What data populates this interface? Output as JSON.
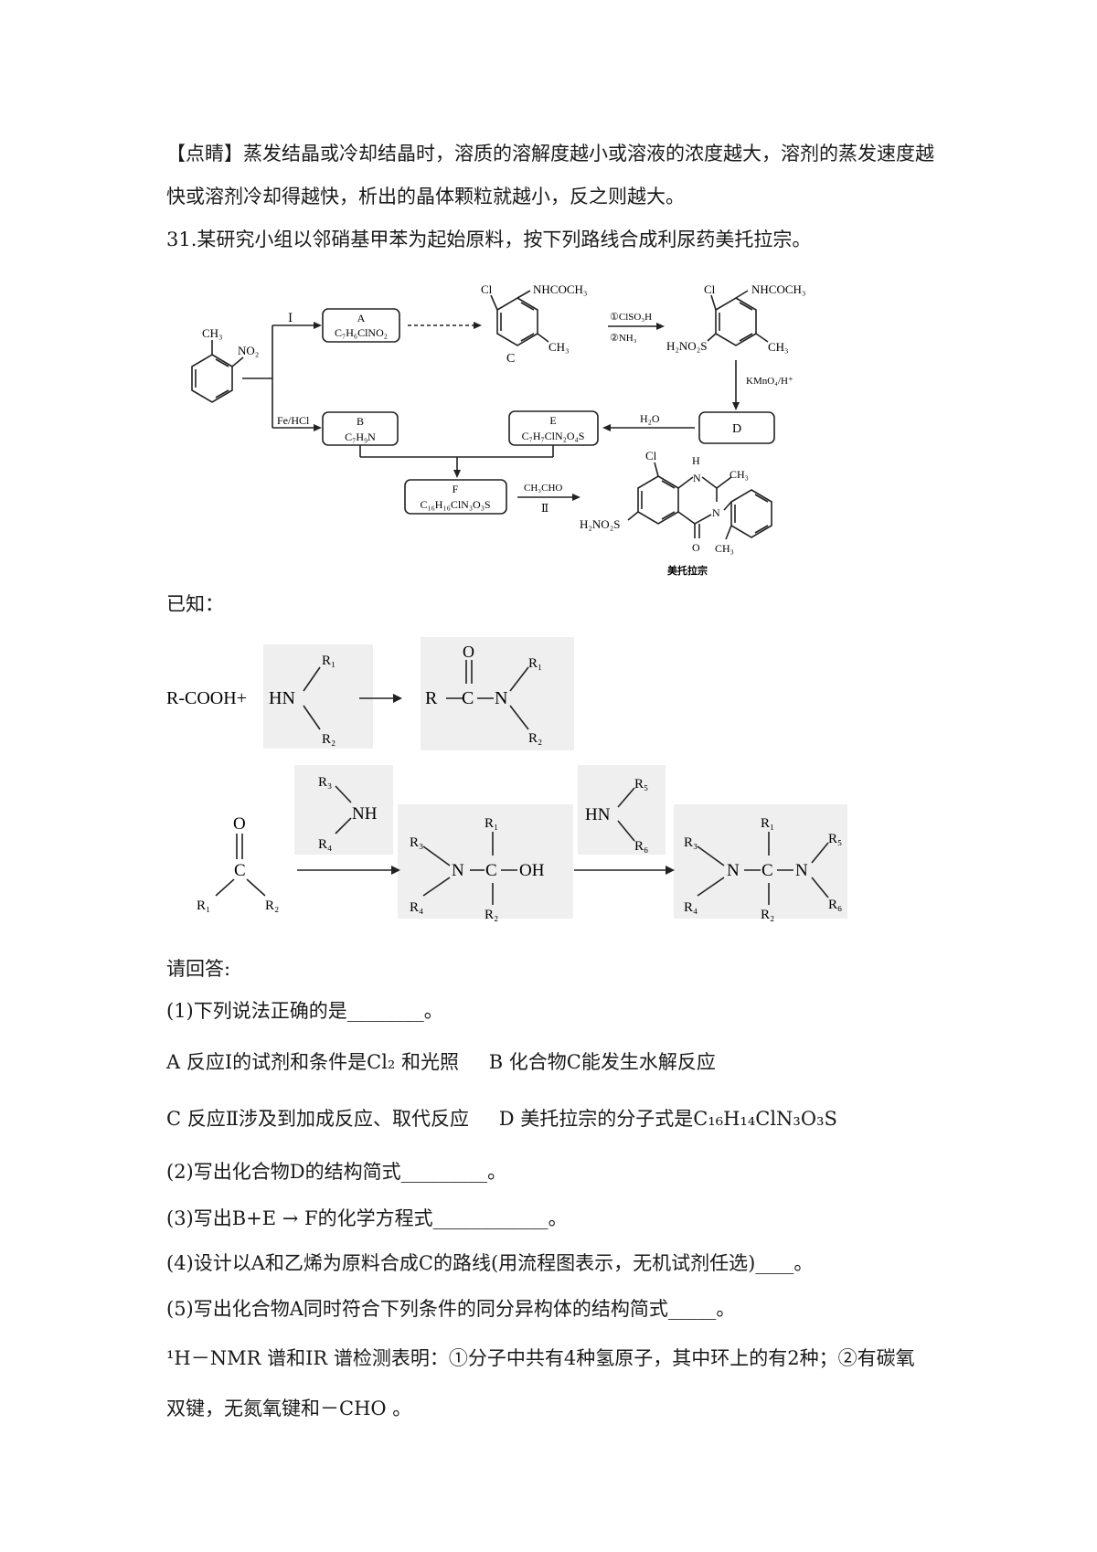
{
  "note": {
    "line1": "【点睛】蒸发结晶或冷却结晶时，溶质的溶解度越小或溶液的浓度越大，溶剂的蒸发速度越",
    "line2": "快或溶剂冷却得越快，析出的晶体颗粒就越小，反之则越大。"
  },
  "question": {
    "stem": "31.某研究小组以邻硝基甲苯为起始原料，按下列路线合成利尿药美托拉宗。",
    "known_label": "已知：",
    "answer_prompt": "请回答:",
    "q1": "(1)下列说法正确的是________。",
    "optA": "A  反应Ⅰ的试剂和条件是Cl₂ 和光照",
    "optB": "B  化合物C能发生水解反应",
    "optC": "C  反应Ⅱ涉及到加成反应、取代反应",
    "optD": "D  美托拉宗的分子式是C₁₆H₁₄ClN₃O₃S",
    "q2": "(2)写出化合物D的结构简式_________。",
    "q3": "(3)写出B+E → F的化学方程式____________。",
    "q4": "(4)设计以A和乙烯为原料合成C的路线(用流程图表示，无机试剂任选)____。",
    "q5": "(5)写出化合物A同时符合下列条件的同分异构体的结构简式_____。",
    "cond1": "¹H－NMR 谱和IR 谱检测表明：①分子中共有4种氢原子，其中环上的有2种；②有碳氧",
    "cond2": "双键，无氮氧键和－CHO 。"
  },
  "scheme": {
    "start_ch3": "CH₃",
    "start_no2": "NO₂",
    "step_I": "Ⅰ",
    "reagent_fe": "Fe/HCl",
    "box_A_label": "A",
    "box_A_formula": "C₇H₆ClNO₂",
    "box_B_label": "B",
    "box_B_formula": "C₇H₉N",
    "box_E_label": "E",
    "box_E_formula": "C₇H₇ClN₂O₄S",
    "box_D_label": "D",
    "box_F_label": "F",
    "box_F_formula": "C₁₆H₁₆ClN₃O₃S",
    "C_cl": "Cl",
    "C_nh": "NHCOCH₃",
    "C_ch3": "CH₃",
    "C_label": "C",
    "reagent_1": "①ClSO₃H",
    "reagent_2": "②NH₃",
    "P_cl": "Cl",
    "P_nh": "NHCOCH₃",
    "P_so2": "H₂NO₂S",
    "P_ch3": "CH₃",
    "reagent_kmno4": "KMnO₄/H⁺",
    "reagent_h2o": "H₂O",
    "reagent_ch3cho": "CH₃CHO",
    "step_II": "Ⅱ",
    "M_cl": "Cl",
    "M_h": "H",
    "M_n1": "N",
    "M_ch3": "CH₃",
    "M_n3": "N",
    "M_o": "O",
    "M_so2": "H₂NO₂S",
    "M_ch3b": "CH₃",
    "M_name": "美托拉宗"
  },
  "known": {
    "r1_reactant": "R-COOH+",
    "r1_hn": "HN",
    "r1_R1": "R₁",
    "r1_R2": "R₂",
    "r1_o": "O",
    "r1_R": "R",
    "r1_C": "C",
    "r1_N": "N",
    "r1_pR1": "R₁",
    "r1_pR2": "R₂",
    "r2_O": "O",
    "r2_C": "C",
    "r2_R1": "R₁",
    "r2_R2": "R₂",
    "r2_aR3": "R₃",
    "r2_aNH": "NH",
    "r2_aR4": "R₄",
    "r2_iR3": "R₃",
    "r2_iN": "N",
    "r2_iR4": "R₄",
    "r2_iR1": "R₁",
    "r2_iC": "C",
    "r2_iOH": "OH",
    "r2_iR2": "R₂",
    "r2_bHN": "HN",
    "r2_bR5": "R₅",
    "r2_bR6": "R₆",
    "r2_fR3": "R₃",
    "r2_fN": "N",
    "r2_fR4": "R₄",
    "r2_fR1": "R₁",
    "r2_fC": "C",
    "r2_fR2": "R₂",
    "r2_fN2": "N",
    "r2_fR5": "R₅",
    "r2_fR6": "R₆"
  }
}
